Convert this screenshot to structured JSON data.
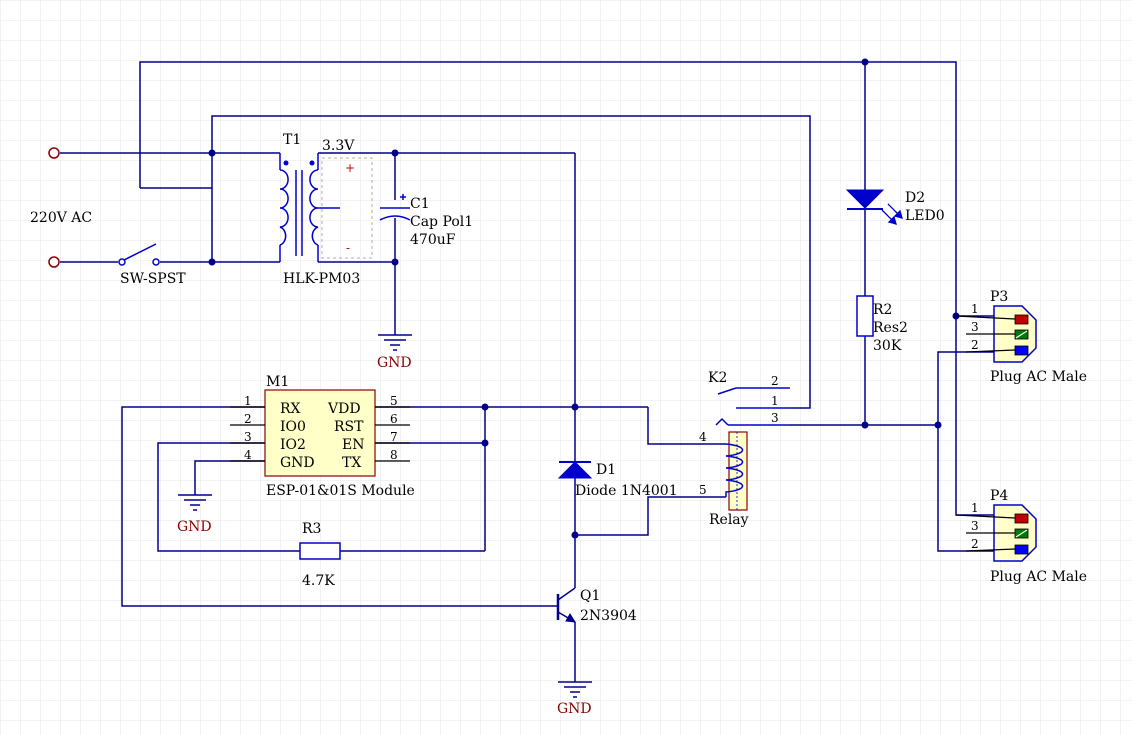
{
  "theme": {
    "wire": "#00008b",
    "component": "#0000cd",
    "gnd_text": "#8b0000",
    "grid": "#e6e6e6",
    "plug_red": "#c00000",
    "plug_green": "#007a00",
    "plug_blue": "#0000ff"
  },
  "labels": {
    "ac_input": "220V AC",
    "switch": "SW-SPST",
    "transformer_ref": "T1",
    "transformer_value": "HLK-PM03",
    "supply_voltage": "3.3V",
    "plus": "+",
    "minus": "-",
    "cap_ref": "C1",
    "cap_name": "Cap Pol1",
    "cap_value": "470uF",
    "gnd": "GND",
    "module_ref": "M1",
    "module_name": "ESP-01&01S Module",
    "resistor3_ref": "R3",
    "resistor3_value": "4.7K",
    "diode_ref": "D1",
    "diode_name": "Diode 1N4001",
    "transistor_ref": "Q1",
    "transistor_value": "2N3904",
    "relay_ref": "K2",
    "relay_name": "Relay",
    "led_ref": "D2",
    "led_name": "LED0",
    "resistor2_ref": "R2",
    "resistor2_name": "Res2",
    "resistor2_value": "30K",
    "plug3_ref": "P3",
    "plug4_ref": "P4",
    "plug_name": "Plug AC Male"
  },
  "module": {
    "left_pins": [
      {
        "num": "1",
        "name": "RX"
      },
      {
        "num": "2",
        "name": "IO0"
      },
      {
        "num": "3",
        "name": "IO2"
      },
      {
        "num": "4",
        "name": "GND"
      }
    ],
    "right_pins": [
      {
        "num": "5",
        "name": "VDD"
      },
      {
        "num": "6",
        "name": "RST"
      },
      {
        "num": "7",
        "name": "EN"
      },
      {
        "num": "8",
        "name": "TX"
      }
    ]
  },
  "relay_pins": {
    "coil_a": "4",
    "coil_b": "5",
    "contact_2": "2",
    "contact_1": "1",
    "contact_3": "3"
  },
  "plug_pins": {
    "p1": "1",
    "p3": "3",
    "p2": "2"
  }
}
